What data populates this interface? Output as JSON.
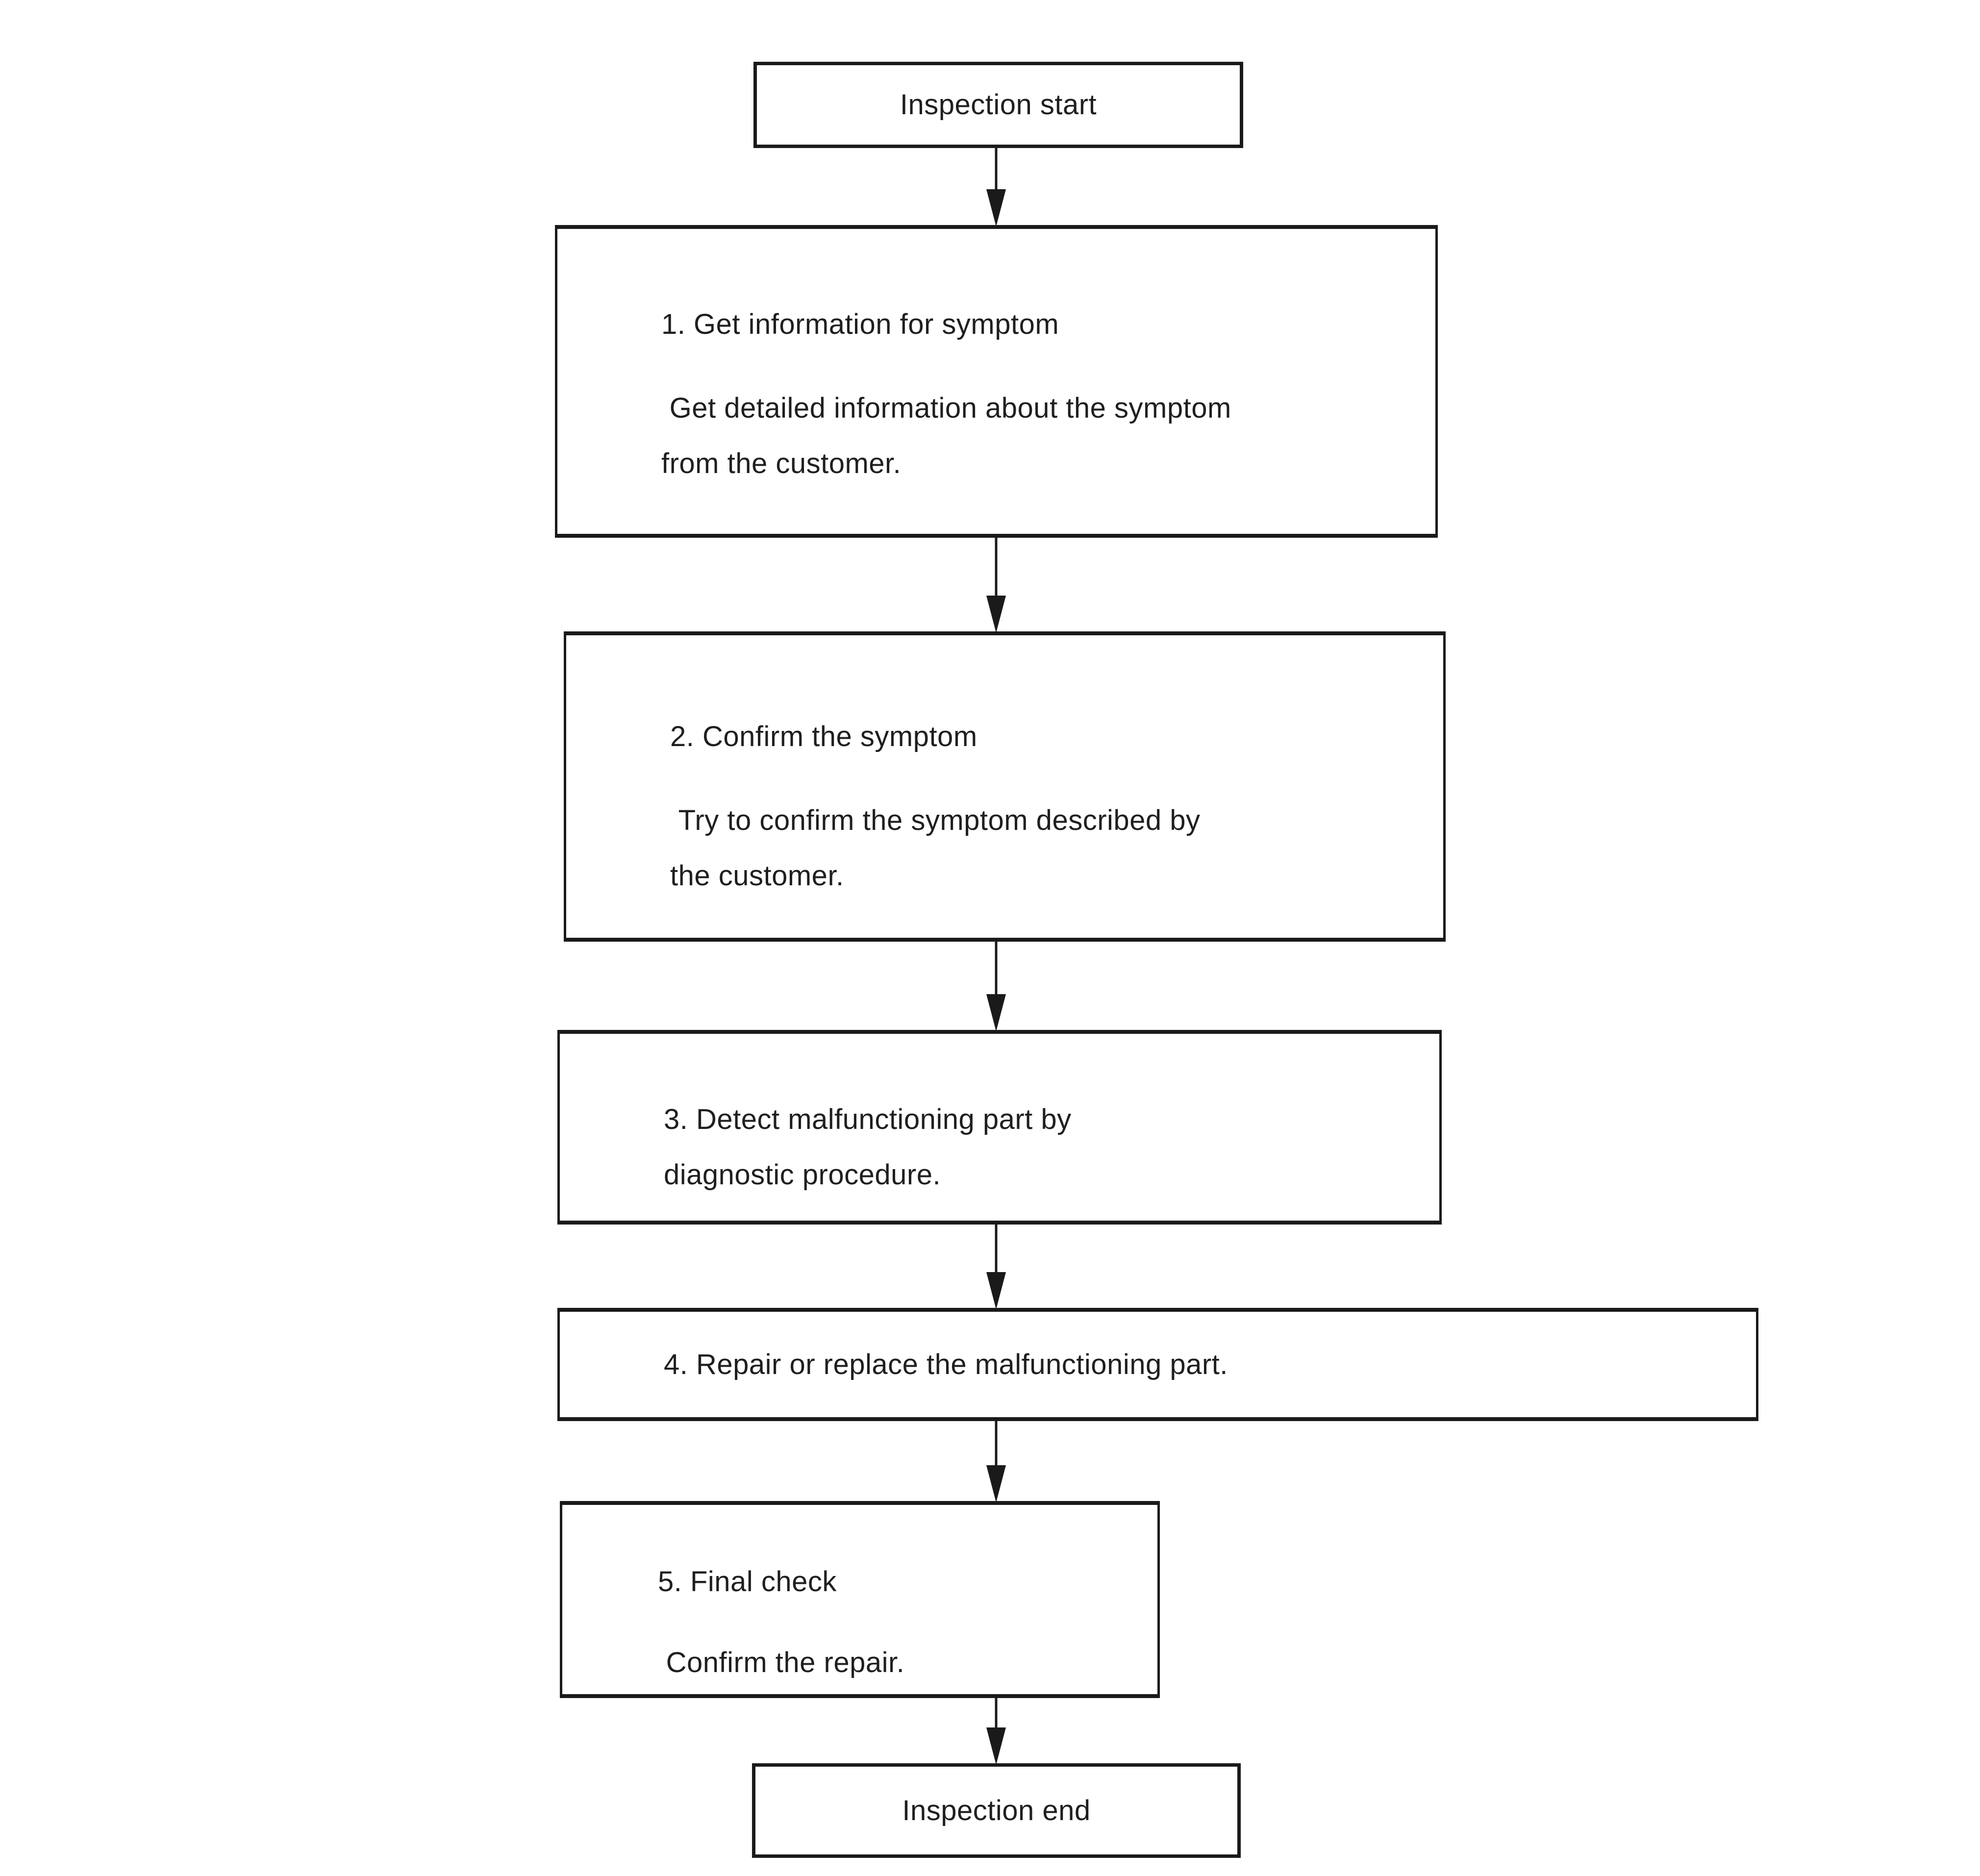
{
  "page": {
    "background": "#ffffff"
  },
  "colors": {
    "box_border": "#1a1a1a",
    "arrow": "#1a1a1a",
    "text": "#1f1f1f"
  },
  "flowchart": {
    "start": {
      "label": "Inspection start"
    },
    "step1": {
      "heading": "1. Get information for symptom",
      "body": [
        " Get detailed information about the symptom",
        "from the customer."
      ]
    },
    "step2": {
      "heading": "2. Confirm the symptom",
      "body": [
        " Try to confirm the symptom described by",
        "the customer."
      ]
    },
    "step3": {
      "heading": [
        "3. Detect malfunctioning part by",
        "diagnostic procedure."
      ]
    },
    "step4": {
      "heading": "4. Repair or replace the malfunctioning part."
    },
    "step5": {
      "heading": "5. Final check",
      "body": [
        " Confirm the repair."
      ]
    },
    "end": {
      "label": "Inspection end"
    }
  }
}
